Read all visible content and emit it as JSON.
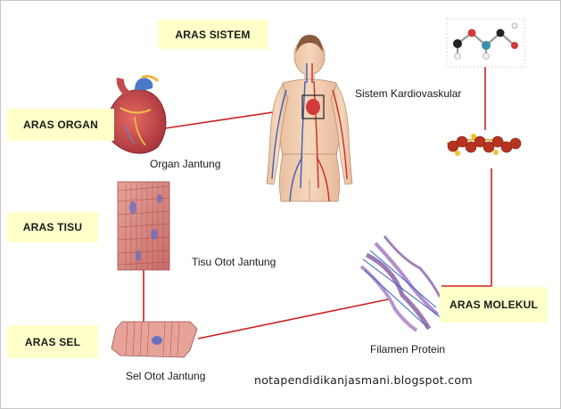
{
  "levels": {
    "sistem": "ARAS SISTEM",
    "organ": "ARAS ORGAN",
    "tisu": "ARAS TISU",
    "sel": "ARAS SEL",
    "molekul": "ARAS MOLEKUL"
  },
  "captions": {
    "system": "Sistem Kardiovaskular",
    "organ": "Organ  Jantung",
    "tissue": "Tisu Otot  Jantung",
    "cell": "Sel  Otot  Jantung",
    "protein": "Filamen Protein"
  },
  "watermark": "notapendidikanjasmani.blogspot.com",
  "colors": {
    "label_bg": "#ffffc9",
    "connector": "#cc1f1f",
    "muscle": "#c95f5f",
    "heart": "#c8474a"
  }
}
